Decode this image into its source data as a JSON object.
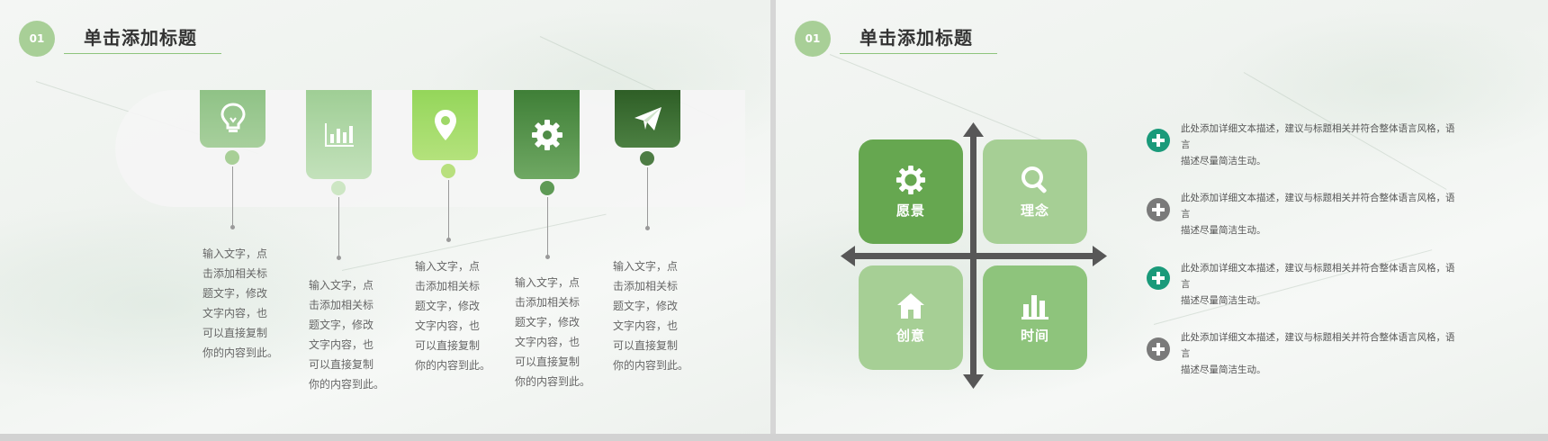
{
  "left_slide": {
    "badge": "01",
    "title": "单击添加标题",
    "steps": [
      {
        "icon": "lightbulb-icon",
        "color": "#8fc286",
        "text": [
          "输入文字，点",
          "击添加相关标",
          "题文字，修改",
          "文字内容，也",
          "可以直接复制",
          "你的内容到此。"
        ]
      },
      {
        "icon": "bar-chart-icon",
        "color": "#b3d9ac",
        "text": [
          "输入文字，点",
          "击添加相关标",
          "题文字，修改",
          "文字内容，也",
          "可以直接复制",
          "你的内容到此。"
        ]
      },
      {
        "icon": "location-pin-icon",
        "color": "#a4dc64",
        "text": [
          "输入文字，点",
          "击添加相关标",
          "题文字，修改",
          "文字内容，也",
          "可以直接复制",
          "你的内容到此。"
        ]
      },
      {
        "icon": "gear-icon",
        "color": "#4e8e46",
        "text": [
          "输入文字，点",
          "击添加相关标",
          "题文字，修改",
          "文字内容，也",
          "可以直接复制",
          "你的内容到此。"
        ]
      },
      {
        "icon": "paper-plane-icon",
        "color": "#3a6e30",
        "text": [
          "输入文字，点",
          "击添加相关标",
          "题文字，修改",
          "文字内容，也",
          "可以直接复制",
          "你的内容到此。"
        ]
      }
    ]
  },
  "right_slide": {
    "badge": "01",
    "title": "单击添加标题",
    "quadrants": [
      {
        "label": "愿景",
        "icon": "gear-icon",
        "color": "#68a852"
      },
      {
        "label": "理念",
        "icon": "magnifier-icon",
        "color": "#a3cc92"
      },
      {
        "label": "创意",
        "icon": "house-icon",
        "color": "#a3cc92"
      },
      {
        "label": "时间",
        "icon": "bar-chart-icon",
        "color": "#8ec47c"
      }
    ],
    "bullets": [
      {
        "color": "#1a9a7a",
        "line1": "此处添加详细文本描述，建议与标题相关并符合整体语言风格，语言",
        "line2": "描述尽量简洁生动。"
      },
      {
        "color": "#7a7a7a",
        "line1": "此处添加详细文本描述，建议与标题相关并符合整体语言风格，语言",
        "line2": "描述尽量简洁生动。"
      },
      {
        "color": "#1a9a7a",
        "line1": "此处添加详细文本描述，建议与标题相关并符合整体语言风格，语言",
        "line2": "描述尽量简洁生动。"
      },
      {
        "color": "#7a7a7a",
        "line1": "此处添加详细文本描述，建议与标题相关并符合整体语言风格，语言",
        "line2": "描述尽量简洁生动。"
      }
    ]
  }
}
